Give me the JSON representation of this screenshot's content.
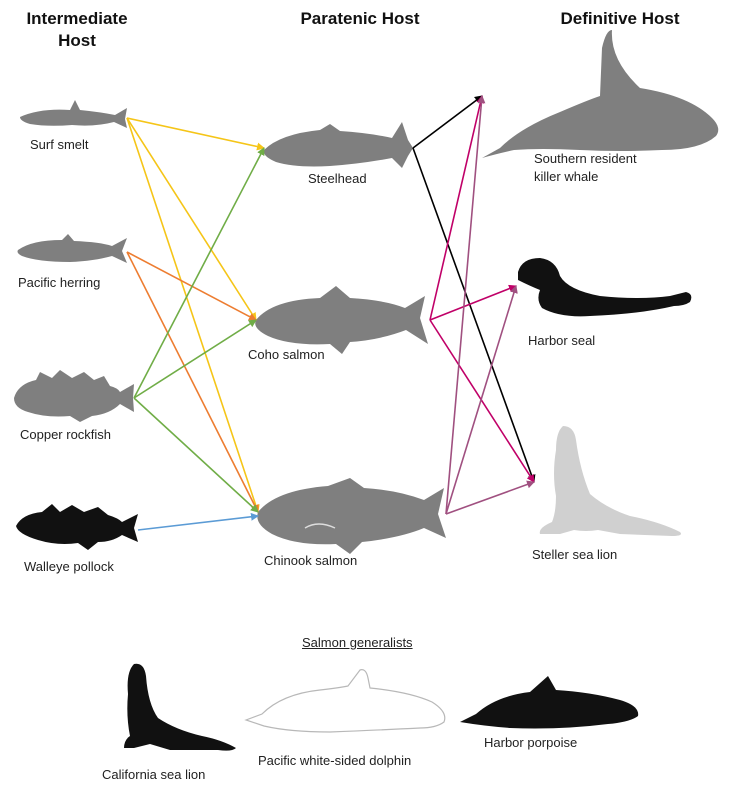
{
  "headers": {
    "intermediate": "Intermediate Host",
    "paratenic": "Paratenic Host",
    "definitive": "Definitive Host"
  },
  "intermediate_hosts": [
    "Surf smelt",
    "Pacific herring",
    "Copper rockfish",
    "Walleye pollock"
  ],
  "paratenic_hosts": [
    "Steelhead",
    "Coho salmon",
    "Chinook salmon"
  ],
  "definitive_hosts": [
    "Southern resident killer whale",
    "Harbor seal",
    "Steller sea lion"
  ],
  "generalists": {
    "title": "Salmon generalists",
    "members": [
      "California sea lion",
      "Pacific white-sided dolphin",
      "Harbor porpoise"
    ]
  },
  "colors": {
    "surf_smelt": "#f5c518",
    "pacific_herring": "#ed7d31",
    "copper_rockfish": "#70ad47",
    "walleye_pollock": "#5b9bd5",
    "steelhead": "#000000",
    "coho_salmon": "#c00068",
    "chinook_salmon": "#a05080",
    "gray_silhouette": "#7f7f7f",
    "black_silhouette": "#111111",
    "light_silhouette": "#d0d0d0"
  },
  "links": [
    {
      "from": "Surf smelt",
      "to": "Steelhead"
    },
    {
      "from": "Surf smelt",
      "to": "Coho salmon"
    },
    {
      "from": "Surf smelt",
      "to": "Chinook salmon"
    },
    {
      "from": "Pacific herring",
      "to": "Coho salmon"
    },
    {
      "from": "Pacific herring",
      "to": "Chinook salmon"
    },
    {
      "from": "Copper rockfish",
      "to": "Steelhead"
    },
    {
      "from": "Copper rockfish",
      "to": "Coho salmon"
    },
    {
      "from": "Copper rockfish",
      "to": "Chinook salmon"
    },
    {
      "from": "Walleye pollock",
      "to": "Chinook salmon"
    },
    {
      "from": "Steelhead",
      "to": "Southern resident killer whale"
    },
    {
      "from": "Steelhead",
      "to": "Steller sea lion"
    },
    {
      "from": "Coho salmon",
      "to": "Southern resident killer whale"
    },
    {
      "from": "Coho salmon",
      "to": "Harbor seal"
    },
    {
      "from": "Coho salmon",
      "to": "Steller sea lion"
    },
    {
      "from": "Chinook salmon",
      "to": "Southern resident killer whale"
    },
    {
      "from": "Chinook salmon",
      "to": "Harbor seal"
    },
    {
      "from": "Chinook salmon",
      "to": "Steller sea lion"
    }
  ]
}
